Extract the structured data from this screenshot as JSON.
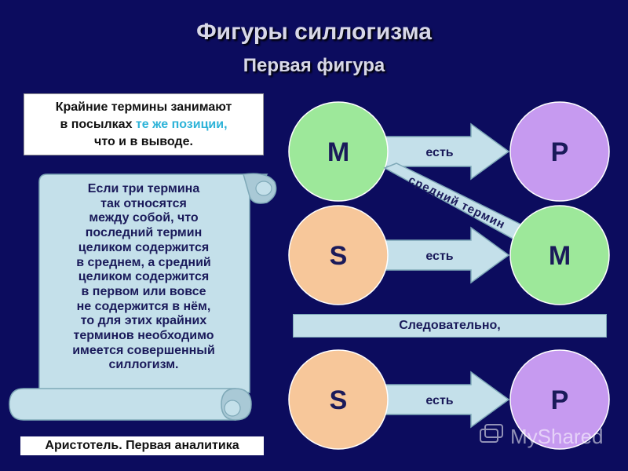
{
  "header": {
    "title": "Фигуры силлогизма",
    "subtitle": "Первая фигура"
  },
  "note": {
    "part1": "Крайние термины занимают",
    "part2": "в посылках ",
    "highlight": "те же позиции,",
    "part3": "что и в выводе."
  },
  "scroll": {
    "lines": [
      "Если три термина",
      "так относятся",
      "между собой, что",
      "последний термин",
      "целиком содержится",
      "в среднем, а средний",
      "целиком содержится",
      "в первом или вовсе",
      "не содержится в нём,",
      "то для этих крайних",
      "терминов необходимо",
      "имеется совершенный",
      "силлогизм."
    ]
  },
  "footer": {
    "source": "Аристотель. Первая аналитика"
  },
  "diagram": {
    "row1": {
      "left": "M",
      "arrow": "есть",
      "right": "P"
    },
    "middle_label": "средний термин",
    "row2": {
      "left": "S",
      "arrow": "есть",
      "right": "M"
    },
    "conclusion": "Следовательно,",
    "row3": {
      "left": "S",
      "arrow": "есть",
      "right": "P"
    },
    "colors": {
      "M": "#9de89a",
      "P": "#c69af0",
      "S": "#f7c79a",
      "arrow": "#c4e0ea",
      "text": "#1a1a5a"
    }
  },
  "watermark": {
    "text": "MyShared"
  }
}
